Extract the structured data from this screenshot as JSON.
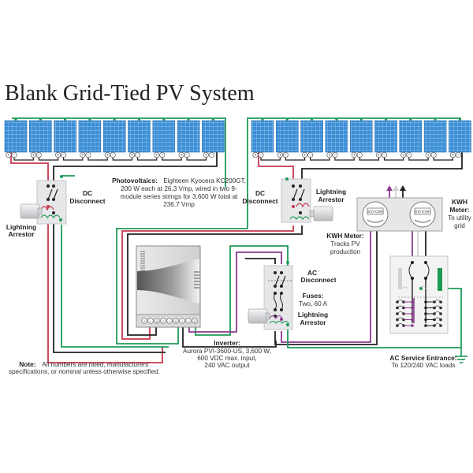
{
  "title": "Blank Grid-Tied PV System",
  "colors": {
    "panel_blue": "#3d8fd6",
    "panel_grid": "#a9d2f3",
    "wire_red": "#c8384f",
    "wire_black": "#222222",
    "wire_green": "#1f9a57",
    "wire_purple": "#8b3a8f",
    "wire_white": "#cfd3d6",
    "box_gray": "#e6e7e8"
  },
  "arrays": [
    {
      "name": "left-array",
      "module_count": 9
    },
    {
      "name": "right-array",
      "module_count": 9
    }
  ],
  "terminals": {
    "positive": "+",
    "negative": "−"
  },
  "labels": {
    "photovoltaics": {
      "heading": "Photovoltaics:",
      "line1": "Eighteen Kyocera KC200GT,",
      "line2": "200 W each at 26.3 Vmp, wired in two 9-",
      "line3": "module series strings for 3,600 W total at",
      "line4": "236.7 Vmp"
    },
    "dc_disconnect_left": {
      "line1": "DC",
      "line2": "Disconnect"
    },
    "dc_disconnect_right": {
      "line1": "DC",
      "line2": "Disconnect"
    },
    "lightning_left": {
      "line1": "Lightning",
      "line2": "Arrestor"
    },
    "lightning_right": {
      "line1": "Lightning",
      "line2": "Arrestor"
    },
    "lightning_ac": {
      "line1": "Lightning",
      "line2": "Arrestor"
    },
    "kwh_meter_grid": {
      "line1": "KWH",
      "line2": "Meter:",
      "line3": "To utility",
      "line4": "grid"
    },
    "kwh_meter_pv": {
      "heading": "KWH Meter:",
      "line2": "Tracks PV",
      "line3": "production"
    },
    "ac_disconnect": {
      "line1": "AC",
      "line2": "Disconnect"
    },
    "fuses": {
      "heading": "Fuses:",
      "line2": "Two, 60 A"
    },
    "inverter": {
      "heading": "Inverter:",
      "line2": "Aurora PVI-3600-US, 3,600 W,",
      "line3": "600 VDC max. input,",
      "line4": "240 VAC output"
    },
    "ac_service": {
      "heading": "AC Service Entrance:",
      "line2": "To 120/240 VAC loads"
    },
    "note": {
      "heading": "Note:",
      "line1": "All numbers are rated, manufacturers'",
      "line2": "specifications, or nominal unless otherwise specified."
    }
  },
  "meters": [
    {
      "name": "meter-1",
      "display": "000 KWH"
    },
    {
      "name": "meter-2",
      "display": "000 KWH"
    }
  ]
}
